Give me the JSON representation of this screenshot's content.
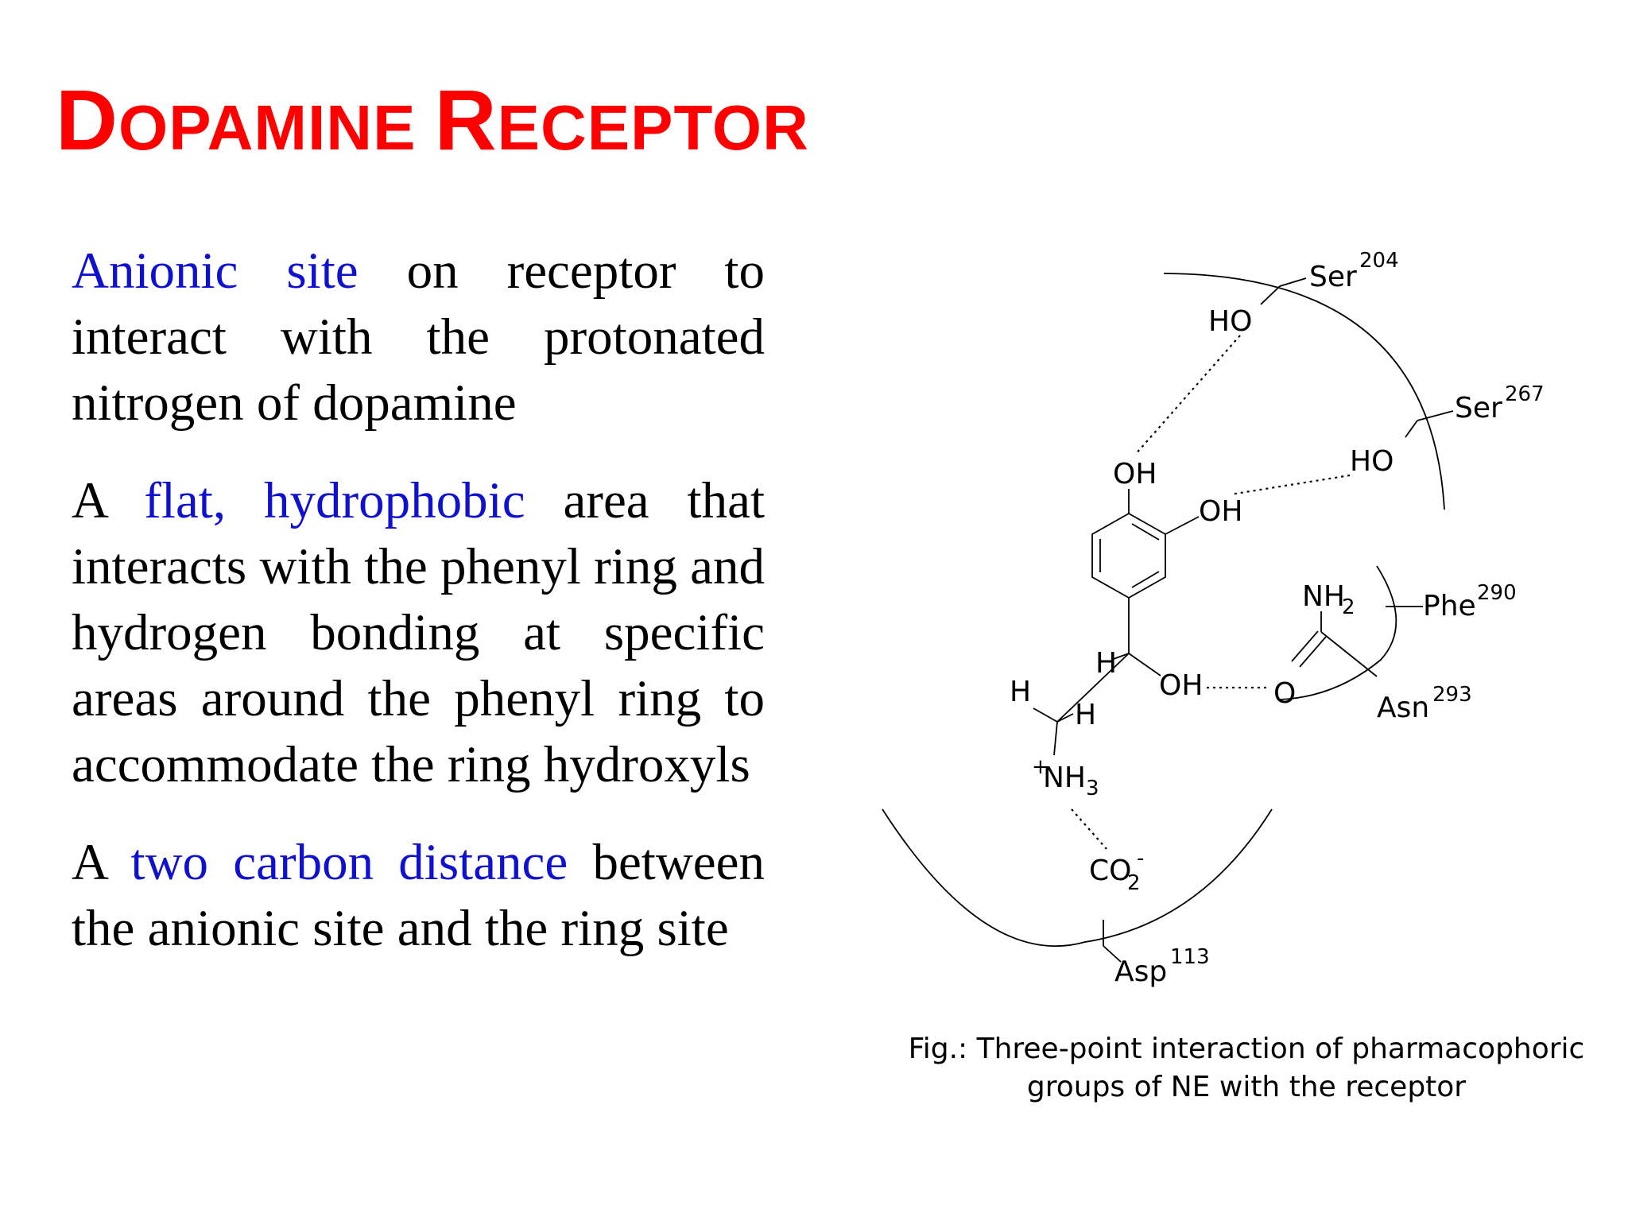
{
  "slide": {
    "title_initials": [
      "D",
      "R"
    ],
    "title_rest": [
      "OPAMINE ",
      "ECEPTOR"
    ],
    "colors": {
      "title": "#ff0000",
      "highlight": "#1010d0",
      "text": "#000000"
    }
  },
  "bullets": [
    {
      "highlight": "Anionic site",
      "text": " on receptor to interact with the protonated nitrogen of dopamine"
    },
    {
      "lead": "A ",
      "highlight": "flat, hydrophobic",
      "text": " area that interacts with the phenyl ring and hydrogen bonding at specific areas around the phenyl ring to accommodate the ring hydroxyls"
    },
    {
      "lead": "A ",
      "highlight": "two carbon distance",
      "text": " between the anionic site and the ring site"
    }
  ],
  "figure": {
    "labels": {
      "ser204": "Ser",
      "ser204_num": "204",
      "ser267": "Ser",
      "ser267_num": "267",
      "ho1": "HO",
      "ho2": "HO",
      "oh_ring_top": "OH",
      "oh_ring_side": "OH",
      "oh_chain": "OH",
      "nh2": "NH",
      "nh2_sub": "2",
      "phe": "Phe",
      "phe_num": "290",
      "asn": "Asn",
      "asn_num": "293",
      "o": "O",
      "h1": "H",
      "h2": "H",
      "h3": "H",
      "nh3_plus": "+",
      "nh3": "NH",
      "nh3_sub": "3",
      "co2": "CO",
      "co2_sub": "2",
      "co2_minus": "-",
      "asp": "Asp",
      "asp_num": "113"
    },
    "caption_line1": "Fig.: Three-point interaction of pharmacophoric",
    "caption_line2": "groups of NE with the receptor"
  }
}
